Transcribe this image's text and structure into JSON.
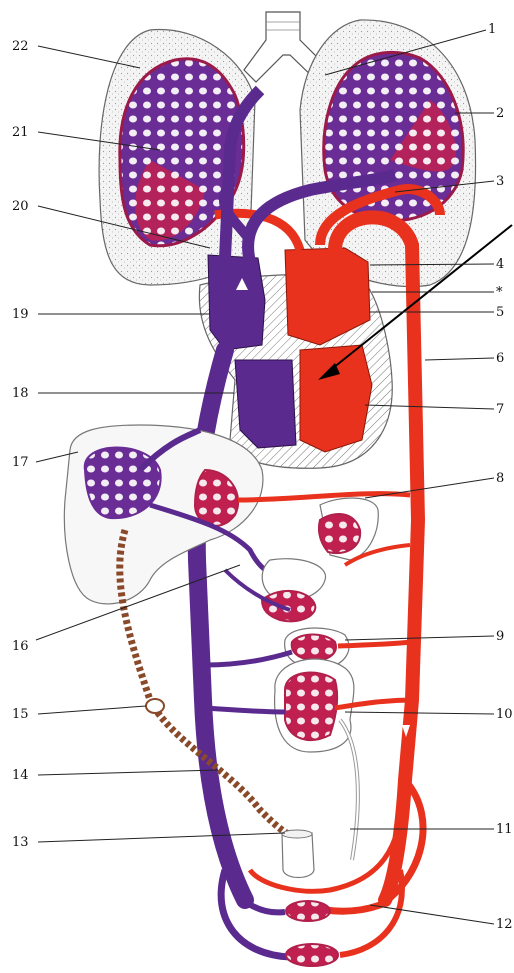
{
  "diagram": {
    "labels": [
      "1",
      "2",
      "3",
      "4",
      "*",
      "5",
      "6",
      "7",
      "8",
      "9",
      "10",
      "11",
      "12",
      "13",
      "14",
      "15",
      "16",
      "17",
      "18",
      "19",
      "20",
      "21",
      "22"
    ]
  },
  "colors": {
    "oxygenated": "#e8321e",
    "deoxygenated": "#5a2a8f",
    "capillary_mix": "#b3245c",
    "lung_fill": "#ececec",
    "organ_outline": "#888888",
    "pointer_arrow": "#000000"
  },
  "icons": [
    "pointer-arrow-icon",
    "flow-arrow-icon"
  ]
}
